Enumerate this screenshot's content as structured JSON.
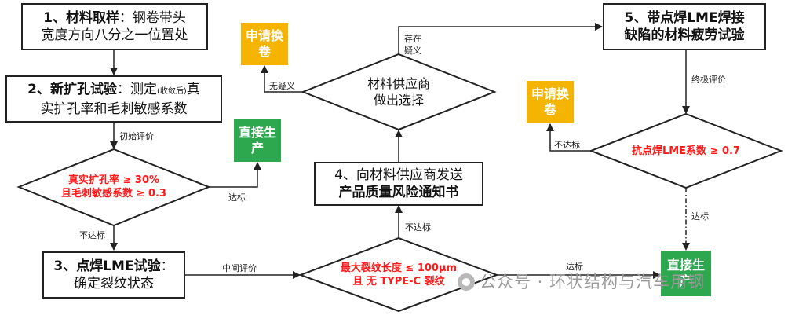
{
  "step1": {
    "title": "1、材料取样",
    "text_a": "：钢卷带头",
    "text_b": "宽度方向八分之一位置处"
  },
  "step2": {
    "title": "2、新扩孔试验",
    "text_a": "：测定",
    "note": "(收敛后)",
    "text_b": "真",
    "text_c": "实扩孔率和毛刺敏感系数"
  },
  "step3": {
    "title": "3、点焊LME试验",
    "text_a": "：",
    "text_b": "确定裂纹状态"
  },
  "step4": {
    "text_a": "4、向材料供应商发送",
    "text_b": "产品质量风险通知书"
  },
  "step5": {
    "text_a": "5、带点焊LME焊接",
    "text_b": "缺陷的材料疲劳试验"
  },
  "decision1": {
    "line1": "真实扩孔率 ≥ 30%",
    "line2": "且毛刺敏感系数 ≥ 0.3"
  },
  "decision2": {
    "line1": "最大裂纹长度 ≤ 100μm",
    "line2": "且 无 TYPE-C 裂纹"
  },
  "decision3": {
    "line1": "材料供应商",
    "line2": "做出选择"
  },
  "decision4": {
    "line1": "抗点焊LME系数 ≥ 0.7"
  },
  "badges": {
    "apply_swap_top": "申请换卷",
    "apply_swap_right": "申请换卷",
    "direct_prod_top": "直接生产",
    "direct_prod_bottom": "直接生产"
  },
  "edge_labels": {
    "initial_eval": "初始评价",
    "reach_std_1": "达标",
    "not_reach_1": "不达标",
    "mid_eval": "中间评价",
    "reach_std_2": "达标",
    "not_reach_2": "不达标",
    "no_doubt": "无疑义",
    "has_doubt_1": "存在",
    "has_doubt_2": "疑义",
    "final_eval": "终极评价",
    "not_reach_3": "不达标",
    "reach_std_3": "达标"
  },
  "watermark": "公众号 · 环状结构与汽车用钢",
  "colors": {
    "highlight": "#ff1a1a",
    "yellow": "#f5b400",
    "green": "#2ea84f",
    "line": "#222222"
  }
}
